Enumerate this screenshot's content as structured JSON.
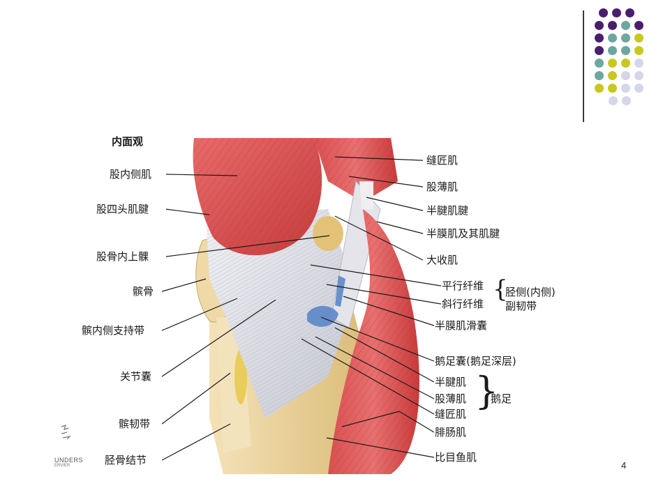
{
  "slide": {
    "page_number": "4"
  },
  "decoration": {
    "colors": {
      "purple": "#4a1e6e",
      "teal": "#6ea6a0",
      "yellow": "#c8c81e",
      "lavender": "#d6d6ea",
      "divider": "#3a3a3a"
    },
    "dot_rows": [
      [
        "purple",
        "purple",
        "purple"
      ],
      [
        "purple",
        "purple",
        "teal",
        "purple"
      ],
      [
        "purple",
        "teal",
        "teal",
        "yellow"
      ],
      [
        "purple",
        "teal",
        "teal",
        "yellow"
      ],
      [
        "teal",
        "yellow",
        "yellow",
        "lavender"
      ],
      [
        "teal",
        "yellow",
        "lavender",
        "lavender"
      ],
      [
        "yellow",
        "yellow",
        "lavender",
        "lavender"
      ],
      [
        "lavender",
        "lavender"
      ]
    ]
  },
  "diagram": {
    "title": "内面观",
    "left_labels": {
      "vastus_medialis": "股内侧肌",
      "quadriceps_tendon": "股四头肌腱",
      "medial_epicondyle": "股骨内上髁",
      "patella": "髌骨",
      "medial_retinaculum": "髌内侧支持带",
      "joint_capsule": "关节囊",
      "patellar_ligament": "髌韧带",
      "tibial_tuberosity": "胫骨结节"
    },
    "right_labels": {
      "sartorius": "缝匠肌",
      "gracilis": "股薄肌",
      "semitendinosus_tendon": "半腱肌腱",
      "semimembranosus_tendon": "半膜肌及其肌腱",
      "adductor_magnus": "大收肌",
      "parallel_fibers": "平行纤维",
      "oblique_fibers": "斜行纤维",
      "tibial_collateral": "胫侧(内侧)",
      "collateral_ligament": "副韧带",
      "semimembranosus_bursa": "半膜肌滑囊",
      "anserine_bursa": "鹅足囊(鹅足深层)",
      "semitendinosus": "半腱肌",
      "gracilis2": "股薄肌",
      "sartorius2": "缝匠肌",
      "pes_anserinus": "鹅足",
      "gastrocnemius": "腓肠肌",
      "soleus": "比目鱼肌"
    },
    "watermark": "UNDERS",
    "watermark_sub": "ERVIER"
  }
}
